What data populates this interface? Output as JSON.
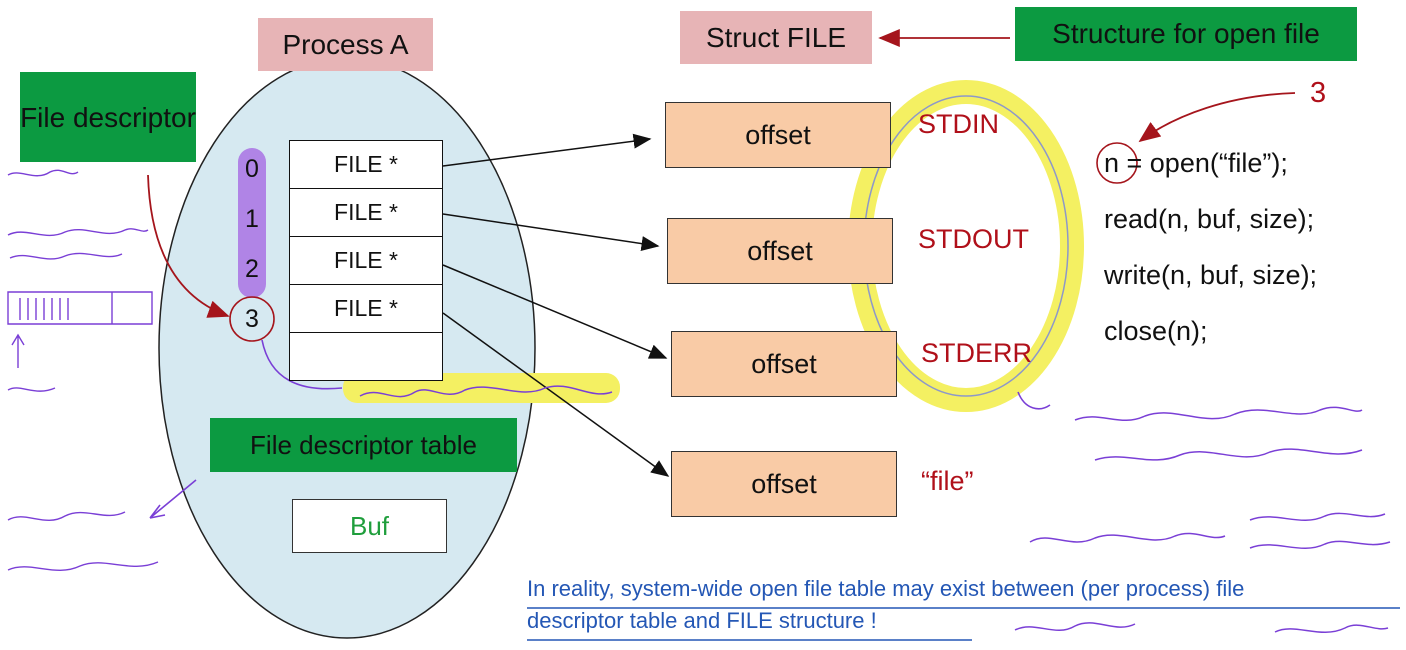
{
  "process_label": "Process A",
  "fd_label": "File descriptor",
  "fd_table_label": "File descriptor table",
  "buf_label": "Buf",
  "struct_label": "Struct FILE",
  "structure_label": "Structure for open file",
  "indices": [
    "0",
    "1",
    "2",
    "3"
  ],
  "fd_rows": [
    "FILE *",
    "FILE *",
    "FILE *",
    "FILE *",
    ""
  ],
  "offsets": [
    "offset",
    "offset",
    "offset",
    "offset"
  ],
  "stdin": "STDIN",
  "stdout": "STDOUT",
  "stderr": "STDERR",
  "file_label": "“file”",
  "three_label": "3",
  "code": [
    "n = open(“file”);",
    "read(n, buf, size);",
    "write(n, buf, size);",
    "close(n);"
  ],
  "note_line1": "In reality, system-wide open file table may exist between (per process) file",
  "note_line2": "descriptor table and FILE structure !",
  "colors": {
    "process_fill": "#d6e9f1",
    "purple_bar": "#b084e6",
    "highlight_yellow": "#f4f062",
    "dark_red": "#a5151c",
    "handwriting": "#7a3fd6"
  }
}
